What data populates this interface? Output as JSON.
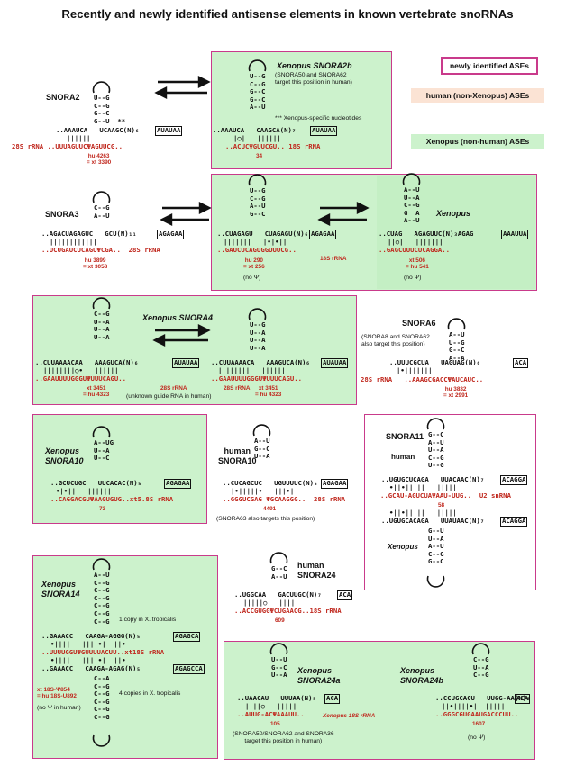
{
  "title": "Recently and newly identified antisense elements in known vertebrate snoRNAs",
  "legend": {
    "newly": "newly identified ASEs",
    "human": "human (non-Xenopus) ASEs",
    "xenopus": "Xenopus (non-human) ASEs",
    "colors": {
      "newly_border": "#c93a8b",
      "human_bg": "#fbe3d4",
      "xenopus_bg": "#ccf2cc",
      "ase_text": "#c0281e"
    }
  },
  "icons": [
    "stem-loop-icon",
    "arrow-right-icon",
    "arrow-left-icon"
  ],
  "b1": {
    "name": "SNORA2",
    "stem": "U--G\nC--G\nG--C\nG--U  **",
    "seq": "..AAAUCA   UCAAGC(N)₆",
    "box": "AUAUAA",
    "pair": "|||||| ",
    "rrna": "28S rRNA ..UUUAGUUCΨAGUUCG..",
    "pos": "hu 4263\n= xt 3390"
  },
  "b2": {
    "name": "Xenopus SNORA2b",
    "note": "(SNORA50 and SNORA62\ntarget this position in human)",
    "stem": "U--G\nC--G\nG--C\nG--C\nA--U",
    "stars": "*** Xenopus-specific nucleotides",
    "seq": "..AAAUCA   CAAGCA(N)₇",
    "box": "AUAUAA",
    "pair": "|○|   ||||||",
    "rrna": "..ACUCΨGUUCGU.. 18S rRNA",
    "pos": "34"
  },
  "b3": {
    "name": "SNORA3",
    "stem": "C--G\nA--U",
    "seq": "..AGACUAGAGUC   GCU(N)₁₁",
    "box": "AGAGAA",
    "pair": "||||||||||||",
    "rrna": "..UCUGAUCUCAGUΨCGA..  28S rRNA",
    "pos": "hu 3899\n= xt 3058"
  },
  "b4": {
    "stem": "U--G\nC--G\nA--U\nG--C",
    "seq": "..CUAGAGU   CUAGAGU(N)₆",
    "box": "AGAGAA",
    "pair": "|||||||   |•|•||",
    "rrna": "..GAUCUCAGUGGUUUCG..",
    "rrna2": "18S rRNA",
    "pos": "hu 290\n= xt 256",
    "psi": "(no Ψ)"
  },
  "b5": {
    "name": "Xenopus",
    "stem": "A--U\nU--A\nC--G\nG  A\nA--U",
    "seq": "..CUAG   AGAGUUC(N)₃AGAG",
    "box": "AAAUUA",
    "pair": "||○|   |||||||",
    "rrna": "..GAGCUUUCUCAGGA..",
    "pos": "xt 506\n= hu 541",
    "psi": "(no Ψ)"
  },
  "b6": {
    "name": "Xenopus SNORA4",
    "stemL": "C--G\nU--A\nU--A\nU--A",
    "seqL": "..CUUAAAACAA   AAAGUCA(N)₆",
    "boxL": "AUAUAA",
    "pairL": "||||||||○•   ||||||",
    "rrnaL": "..GAAUUUUGGGUΨUUUCAGU..",
    "rrna2L": "28S rRNA",
    "posL": "xt 3451\n= hu 4323",
    "stemR": "U--G\nU--A\nU--A\nU--A",
    "seqR": "..CUUAAAACA   AAAGUCA(N)₆",
    "boxR": "AUAUAA",
    "pairR": "||||||||   ||||||",
    "rrnaR": "..GAAUUUUGGGUΨUUUCAGU..",
    "rrna2R": "28S rRNA",
    "posR": "xt 3451\n= hu 4323",
    "note": "(unknown guide RNA in human)"
  },
  "b7": {
    "name": "SNORA6",
    "note": "(SNORA8 and SNORA62\nalso target this position)",
    "stem": "A--U\nU--G\nG--C\nA--A",
    "seq": "..UUUCGCUA   UAGUAG(N)₆",
    "box": "ACA",
    "pair": "|•|||||||",
    "rrna": "28S rRNA   ..AAAGCGACCΨAUCAUC..",
    "pos": "hu 3832\n= xt 2991"
  },
  "b8": {
    "name": "Xenopus\nSNORA10",
    "stem": "A--UG\nU--A\nU--C",
    "seq": "..GCUCUGC   UUCACAC(N)₅",
    "box": "AGAGAA",
    "pair": "•|•||   ||||||",
    "rrna": "..CAGGACGUΨAAGUGUG..xt5.8S rRNA",
    "pos": "73"
  },
  "b9": {
    "name": "human\nSNORA10",
    "stem": "A--U\nG--C\nU--A",
    "seq": "..CUCAGCUC   UGUUUUC(N)₅",
    "box": "AGAGAA",
    "pair": "|•|||||•   |||•|",
    "rrna": "..GGGUCGAG ΨGCAAGGG..  28S rRNA",
    "pos": "4491",
    "note": "(SNORA63 also targets this position)"
  },
  "b10": {
    "name": "SNORA11",
    "label": "human",
    "stemTop": "G--C\nA--U\nU--A\nC--G\nU--G",
    "seqTop": "..UGUGCUCAGA   UUACAAC(N)₇",
    "boxTop": "ACAGGA",
    "pairTop": "•||•|||||   |||||",
    "rrna": "..GCAU-AGUCUAΨAAU-UUG..  U2 snRNA",
    "pos": "58",
    "pairBot": "•||•|||||   |||||",
    "seqBot": "..UGUGCACAGA   UUAUAAC(N)₇",
    "boxBot": "ACAGGA",
    "label2": "Xenopus",
    "stemBot": "G--U\nU--A\nA--U\nC--G\nG--C"
  },
  "b11": {
    "name": "Xenopus\nSNORA14",
    "stem1": "A--U\nC--G\nC--G\nC--G\nC--G\nC--G\nC--G",
    "copy1": "1 copy in X. tropicalis",
    "seq1": "..GAAACC   CAAGA-AGGG(N)₅",
    "box1": "AGAGCA",
    "pair1": "•||||   ||||•|  ||•",
    "rrna": "..UUUUGGUΨGUUUUACUU..xt18S rRNA",
    "pair2": "•||||   ||||•|  ||•",
    "seq2": "..GAAACC   CAAGA-AGAG(N)₅",
    "box2": "AGAGCCA",
    "stem2": "C--A\nC--G\nC--G\nC--G\nC--G\nC--G",
    "copy4": "4 copies in X. tropicalis",
    "pos": "xt 18S-Ψ854\n= hu 18S-U892",
    "psi": "(no Ψ in human)"
  },
  "b12": {
    "name": "human\nSNORA24",
    "stem": "G--C\nA--U",
    "seq": "..UGGCAA   GACUUGC(N)₇",
    "box": "ACA",
    "pair": "|||||○   ||||",
    "rrna": "..ACCGUGGΨCUGAACG..18S rRNA",
    "pos": "609"
  },
  "b13": {
    "name": "Xenopus\nSNORA24a",
    "stem": "U--U\nG--C\nU--A",
    "seq": "..UAACAU   UUUAA(N)₅",
    "box": "ACA",
    "pair": "||||○   |||||",
    "rrna": "..AUUG-ACΨAAAUU..",
    "rrna2": "Xenopus 18S rRNA",
    "pos": "105",
    "note": "(SNORA50/SNORA62 and SNORA36\ntarget this position in human)"
  },
  "b14": {
    "name": "Xenopus\nSNORA24b",
    "stem": "C--G\nU--A\nC--G",
    "seq": "..CCUGCACU   UUGG-AA(N)₅",
    "box": "ACA",
    "pair": "||•||||•|  |||||",
    "rrna": "..GGGCGUGAAUGACCCUU..",
    "pos": "1607",
    "psi": "(no Ψ)"
  }
}
